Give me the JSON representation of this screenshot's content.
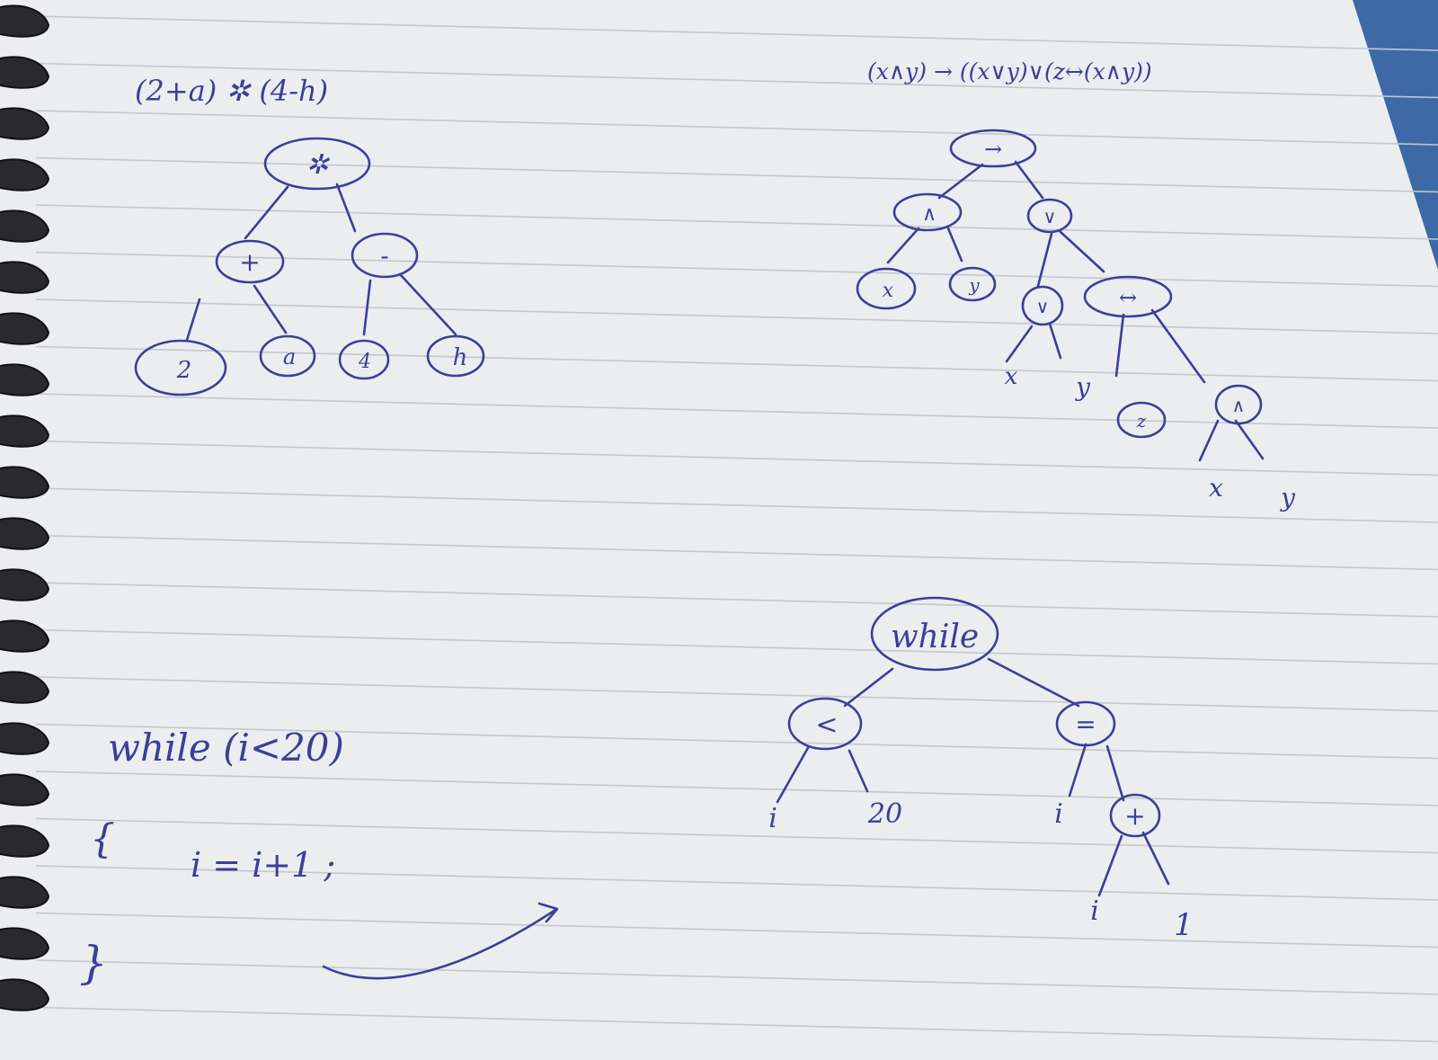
{
  "colors": {
    "paper": "#ecedee",
    "ink": "#3a3f9a",
    "rule": "#c3c7cf",
    "background": "#3d6aa6"
  },
  "tree1": {
    "expression": "(2+a) ✲ (4-h)",
    "root": "✲",
    "plus": "+",
    "minus": "-",
    "leaf_2": "2",
    "leaf_a": "a",
    "leaf_4": "4",
    "leaf_h": "h"
  },
  "tree2": {
    "expression": "(x∧y) → ((x∨y)∨(z↔(x∧y))",
    "root": "→",
    "and": "∧",
    "or": "∨",
    "inner_or": "∨",
    "iff": "↔",
    "inner_and": "∧",
    "leaf_x1": "x",
    "leaf_y1": "y",
    "leaf_x2": "x",
    "leaf_y2": "y",
    "leaf_z": "z",
    "leaf_x3": "x",
    "leaf_y3": "y"
  },
  "code": {
    "line1": "while (i<20)",
    "line2": "{",
    "line3": "i = i+1 ;",
    "line4": "}"
  },
  "tree3": {
    "root": "while",
    "lt": "<",
    "assign": "=",
    "leaf_i1": "i",
    "leaf_20": "20",
    "leaf_i2": "i",
    "plus": "+",
    "leaf_i3": "i",
    "leaf_1": "1"
  }
}
